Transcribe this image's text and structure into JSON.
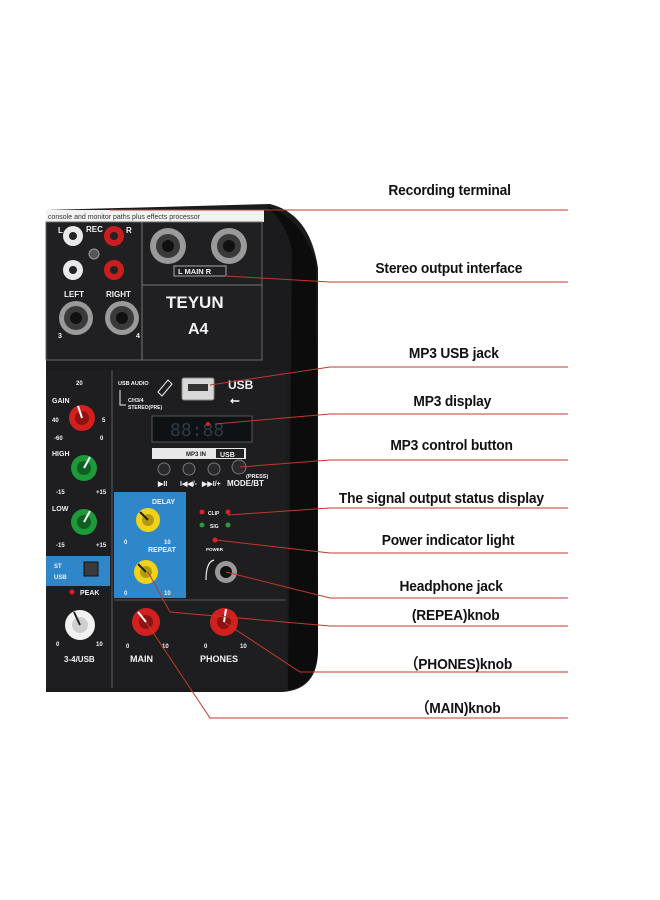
{
  "callouts": [
    {
      "text": "Recording terminal"
    },
    {
      "text": "Stereo output interface"
    },
    {
      "text": "MP3 USB jack"
    },
    {
      "text": "MP3 display"
    },
    {
      "text": "MP3 control button"
    },
    {
      "text": "The signal output status display"
    },
    {
      "text": "Power indicator light"
    },
    {
      "text": "Headphone jack"
    },
    {
      "text": "(REPEA)knob"
    },
    {
      "text": "（PHONES)knob"
    },
    {
      "text": "（MAIN)knob"
    }
  ],
  "device": {
    "brand": "TEYUN",
    "model": "A4",
    "top_strip": "console and monitor paths plus effects processor",
    "rec_label": "REC",
    "rec_l": "L",
    "rec_r": "R",
    "main_out_label": "L MAIN R",
    "left_label": "LEFT",
    "right_label": "RIGHT",
    "jack_num_3": "3",
    "jack_num_4": "4",
    "usb_audio": "USB AUDIO",
    "usb_text": "USB",
    "ch34": "CH3/4",
    "stereo_pre": "STEREO(PRE)",
    "display_digits": "88:88",
    "mp3in": "MP3 IN",
    "usb_badge": "USB",
    "press": "(PRESS)",
    "btn_play": "▶II",
    "btn_prev": "I◀◀/-",
    "btn_next": "▶▶I/+",
    "btn_mode": "MODE/BT",
    "gain": "GAIN",
    "gain_20": "20",
    "gain_40": "40",
    "gain_5": "5",
    "gain_60": "-60",
    "gain_0": "0",
    "high": "HIGH",
    "low": "LOW",
    "eq_min": "-15",
    "eq_max": "+15",
    "delay": "DELAY",
    "repeat": "REPEAT",
    "fx_min": "0",
    "fx_max": "10",
    "clip": "CLIP",
    "sig": "SIG",
    "power": "POWER",
    "st": "ST",
    "usb_sw": "USB",
    "peak": "PEAK",
    "knob_34usb": "3-4/USB",
    "main": "MAIN",
    "phones": "PHONES"
  },
  "colors": {
    "body": "#1b1b1d",
    "panel_blue": "#2f86c9",
    "knob_red": "#d2201f",
    "knob_green": "#1c9a3a",
    "knob_yellow": "#f0d21b",
    "leader": "#c0392b"
  }
}
